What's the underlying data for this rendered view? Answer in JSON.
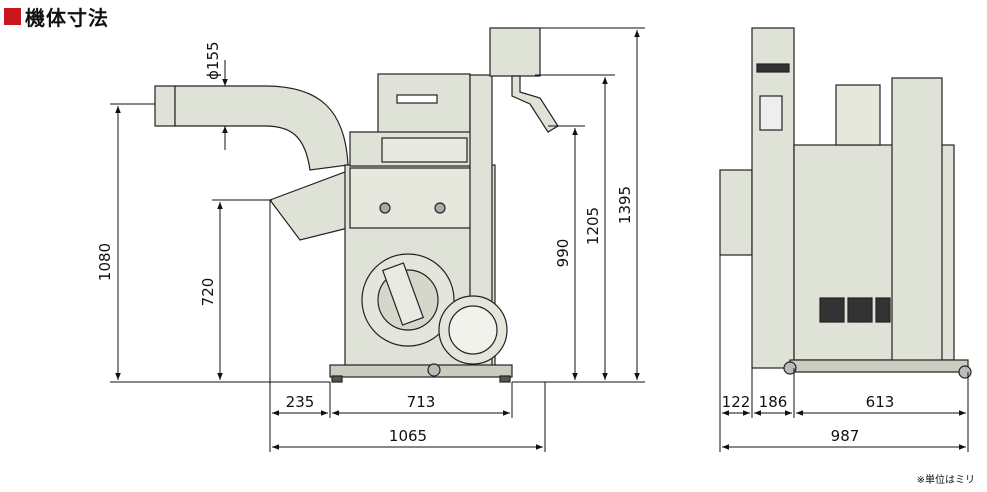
{
  "header": {
    "title": "機体寸法"
  },
  "front_view": {
    "dims": {
      "d155": "ϕ155",
      "h1080": "1080",
      "h720": "720",
      "h990": "990",
      "h1205": "1205",
      "h1395": "1395",
      "w235": "235",
      "w713": "713",
      "w1065": "1065"
    }
  },
  "side_view": {
    "dims": {
      "w122": "122",
      "w186": "186",
      "w613": "613",
      "w987": "987"
    }
  },
  "footer": {
    "unit_note": "※単位はミリ"
  },
  "colors": {
    "machine": "#dfe2d6",
    "machine_dark": "#c9ccbf",
    "outline": "#222222",
    "accent": "#c8171d"
  }
}
